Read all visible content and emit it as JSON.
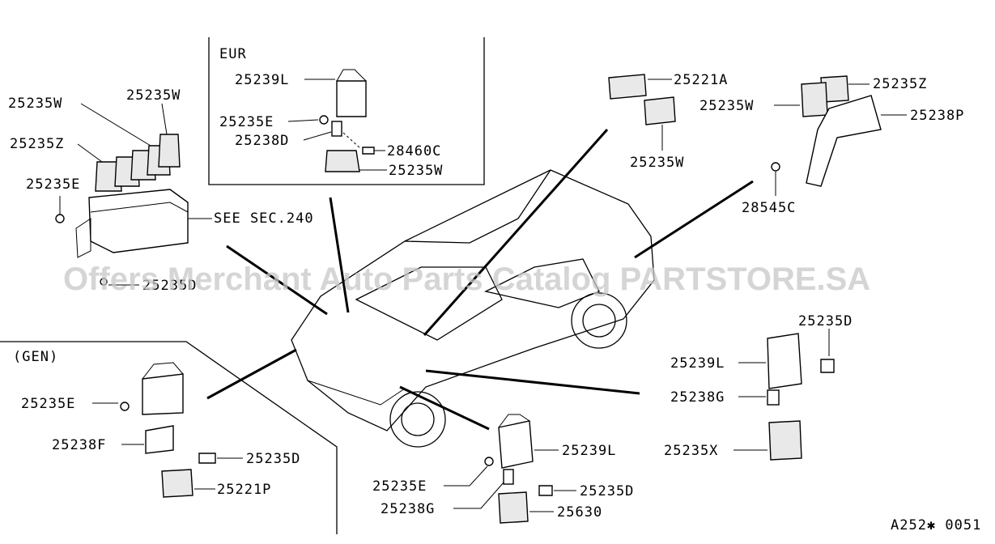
{
  "watermark": "Offers Merchant Auto Parts Catalog PARTSTORE.SA",
  "figure_code": "A252✱ 0051",
  "eur": {
    "title": "EUR",
    "labels": [
      "25239L",
      "25235E",
      "25238D",
      "28460C",
      "25235W"
    ]
  },
  "top_left": {
    "labels": [
      "25235W",
      "25235W",
      "25235Z",
      "25235E",
      "SEE SEC.240",
      "25235D"
    ]
  },
  "gen": {
    "title": "(GEN)",
    "labels": [
      "25235E",
      "25238F",
      "25235D",
      "25221P"
    ]
  },
  "top_center": {
    "labels": [
      "25221A",
      "25235W"
    ]
  },
  "top_right": {
    "labels": [
      "25235Z",
      "25235W",
      "25238P",
      "28545C"
    ]
  },
  "right": {
    "labels": [
      "25235D",
      "25239L",
      "25238G",
      "25235X"
    ]
  },
  "bottom_center": {
    "labels": [
      "25239L",
      "25235E",
      "25235D",
      "25238G",
      "25630"
    ]
  }
}
